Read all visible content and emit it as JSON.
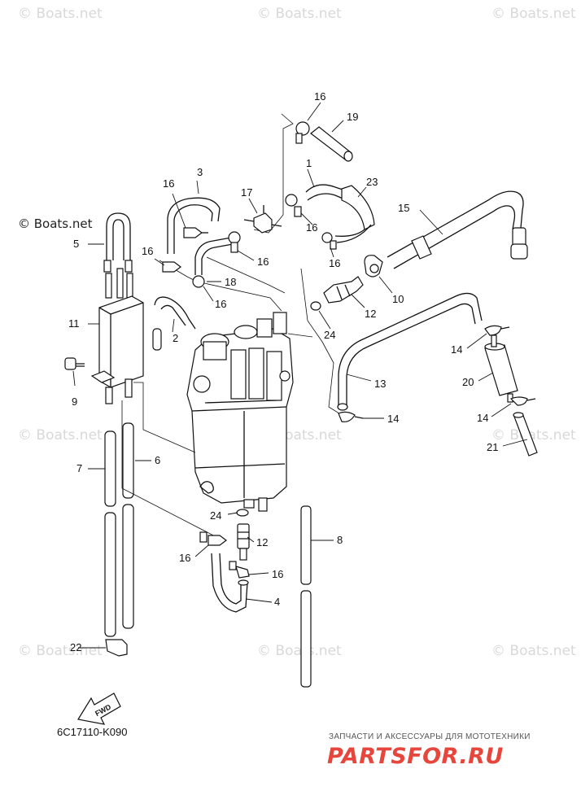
{
  "watermark": "© Boats.net",
  "watermark_main": "© Boats.net",
  "diagram_code": "6C17110-K090",
  "fwd_label": "FWD",
  "shop_tagline": "ЗАПЧАСТИ И АКСЕССУАРЫ ДЛЯ МОТОТЕХНИКИ",
  "shop_logo": "PARTSFOR.RU",
  "callouts": [
    "1",
    "2",
    "3",
    "4",
    "5",
    "6",
    "7",
    "8",
    "9",
    "10",
    "11",
    "12",
    "12",
    "13",
    "14",
    "14",
    "14",
    "15",
    "16",
    "16",
    "16",
    "16",
    "16",
    "16",
    "16",
    "17",
    "18",
    "19",
    "20",
    "21",
    "22",
    "23",
    "24",
    "24"
  ],
  "colors": {
    "line": "#111111",
    "watermark": "#d8d8d8",
    "logo": "#e6463c"
  }
}
